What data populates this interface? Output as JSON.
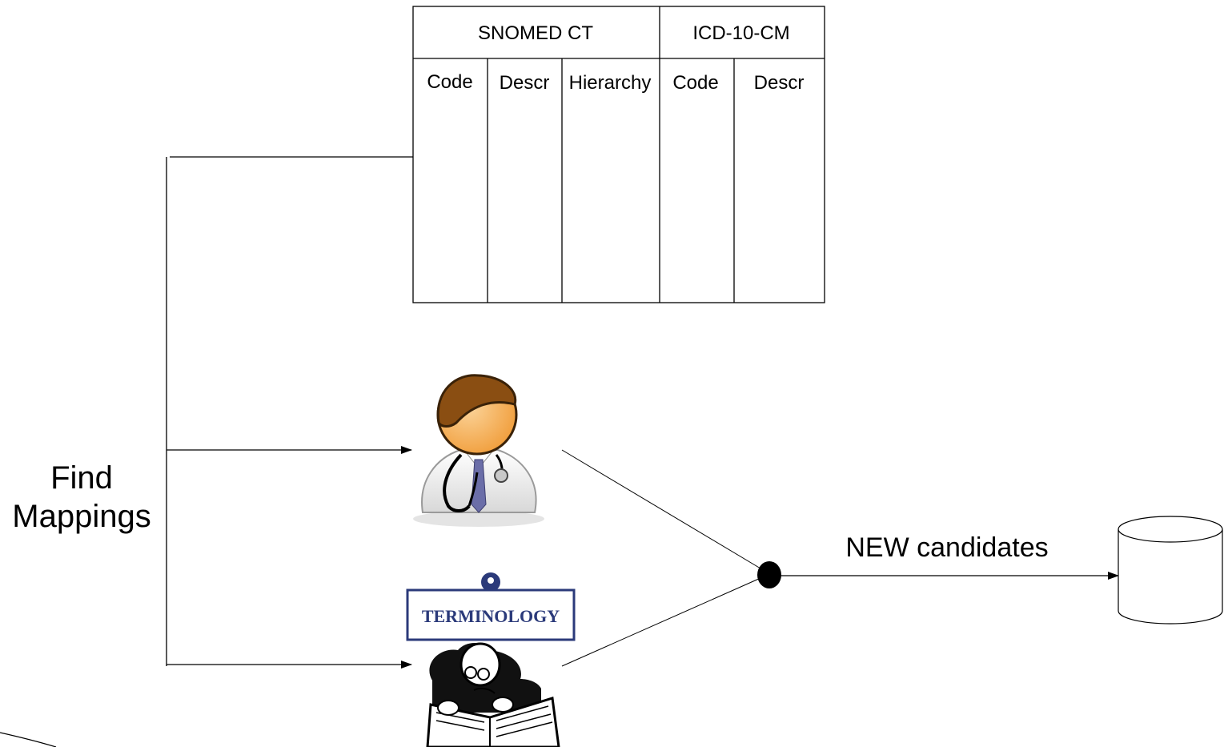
{
  "table": {
    "groups": [
      {
        "label": "SNOMED CT",
        "columns": [
          "Code",
          "Descr",
          "Hierarchy"
        ]
      },
      {
        "label": "ICD-10-CM",
        "columns": [
          "Code",
          "Descr"
        ]
      }
    ]
  },
  "find_label_line1": "Find",
  "find_label_line2": "Mappings",
  "edge_label": "NEW candidates",
  "book_sign": "TERMINOLOGY",
  "colors": {
    "stroke": "#000000",
    "doctor_hair": "#8a4e12",
    "doctor_face": "#f4a648",
    "doctor_tie": "#6b6ea8",
    "sign_border": "#2b3a7a",
    "sign_text": "#2b3a7a"
  }
}
